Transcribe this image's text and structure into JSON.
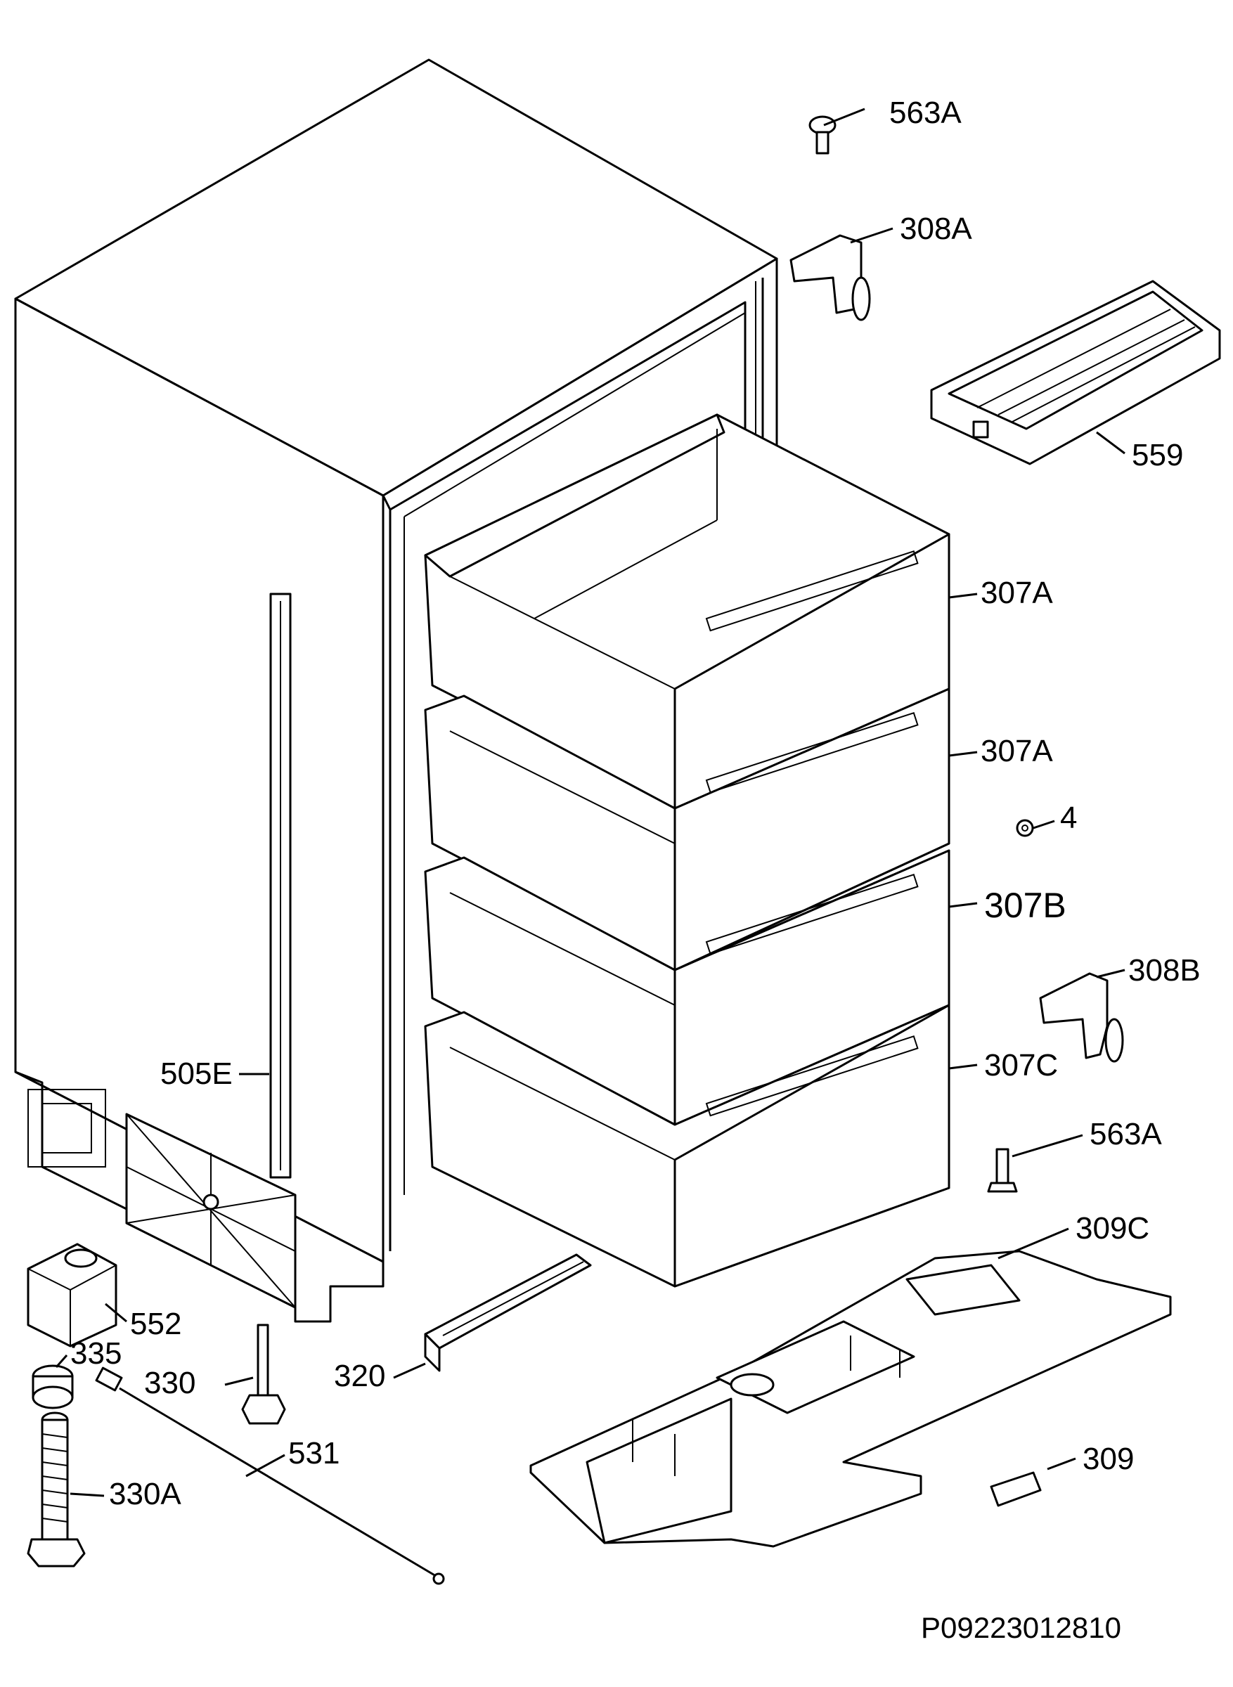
{
  "labels": {
    "l563a_top": "563A",
    "l308a": "308A",
    "l559": "559",
    "l307a_1": "307A",
    "l307a_2": "307A",
    "l4": "4",
    "l307b": "307B",
    "l308b": "308B",
    "l307c": "307C",
    "l563a_bottom": "563A",
    "l309c": "309C",
    "l309": "309",
    "l505e": "505E",
    "l552": "552",
    "l335": "335",
    "l330": "330",
    "l320": "320",
    "l531": "531",
    "l330a": "330A"
  },
  "drawing_code": "P09223012810"
}
